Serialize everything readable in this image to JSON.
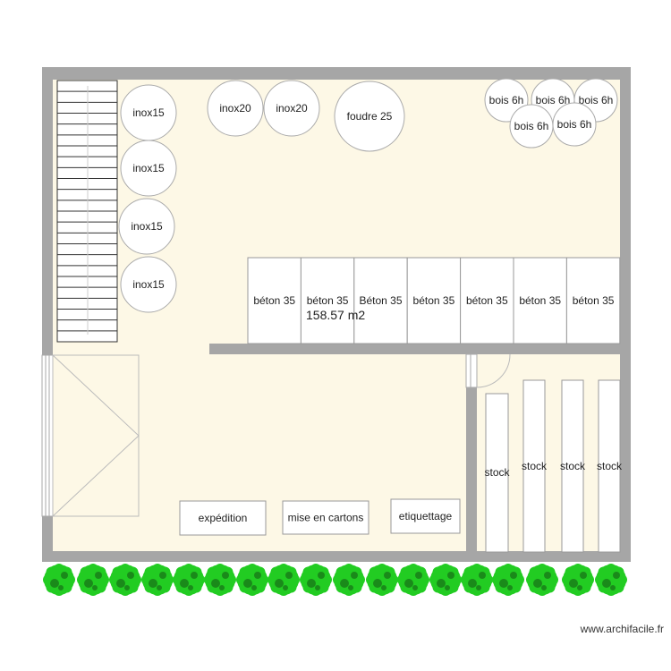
{
  "plan": {
    "area_label": "158.57 m2",
    "tanks_inox15": [
      "inox15",
      "inox15",
      "inox15",
      "inox15"
    ],
    "tanks_inox20": [
      "inox20",
      "inox20"
    ],
    "foudre": "foudre 25",
    "barrels": [
      "bois 6h",
      "bois 6h",
      "bois 6h",
      "bois 6h",
      "bois 6h"
    ],
    "concrete_tanks": [
      "béton 35",
      "béton 35",
      "Béton 35",
      "béton 35",
      "béton 35",
      "béton 35",
      "béton 35"
    ],
    "workstations": [
      "expédition",
      "mise en cartons",
      "etiquettage"
    ],
    "stock_racks": [
      "stock",
      "stock",
      "stock",
      "stock"
    ],
    "tree_count": 18
  },
  "colors": {
    "wall": "#a6a6a6",
    "floor": "#fdf8e6",
    "tree": "#22cc22",
    "tree_dark": "#1a8a1a"
  },
  "watermark": "www.archifacile.fr"
}
